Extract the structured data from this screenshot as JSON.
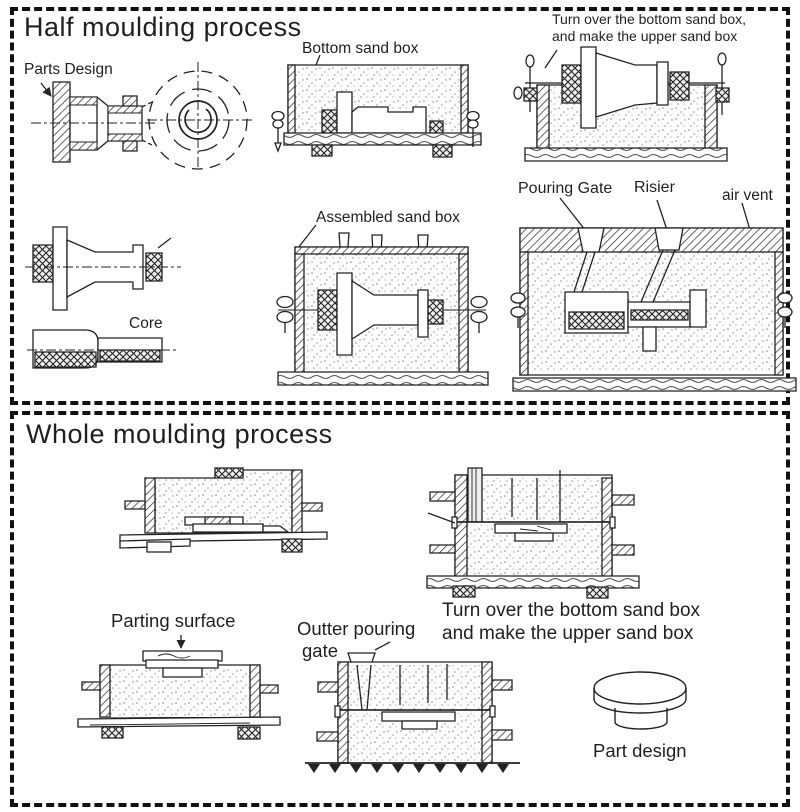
{
  "page": {
    "background": "#ffffff",
    "ink": "#1f1f1f"
  },
  "half": {
    "title": "Half moulding process",
    "labels": {
      "parts_design": "Parts Design",
      "bottom_sand_box": "Bottom sand box",
      "turn_over_line1": "Turn over the bottom sand box,",
      "turn_over_line2": "and make the upper sand box",
      "pouring_gate": "Pouring Gate",
      "riser": "Risier",
      "air_vent": "air vent",
      "assembled_sand_box": "Assembled sand box",
      "core": "Core"
    }
  },
  "whole": {
    "title": "Whole moulding process",
    "labels": {
      "parting_surface": "Parting surface",
      "outer_pouring_gate_line1": "Outter pouring",
      "outer_pouring_gate_line2": "gate",
      "turn_over_line1": "Turn over the bottom sand box",
      "turn_over_line2": "and make the upper sand box",
      "part_design": "Part design"
    }
  }
}
